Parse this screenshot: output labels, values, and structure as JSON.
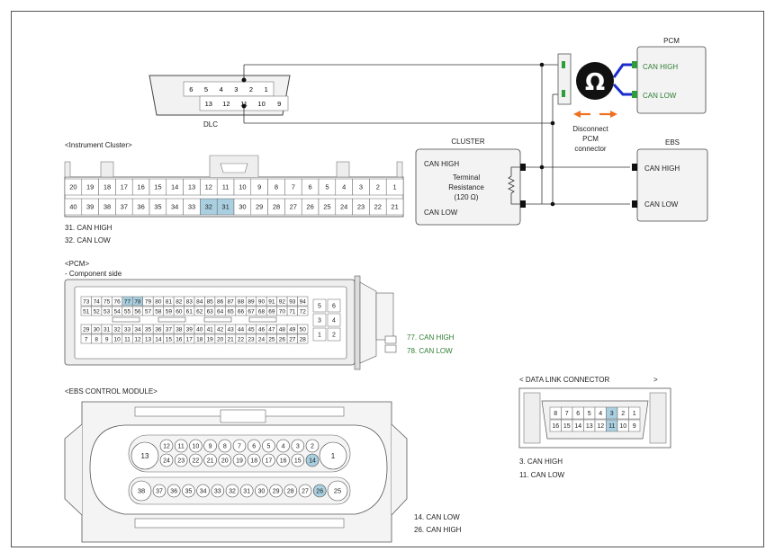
{
  "dlc_top": {
    "label": "DLC",
    "row1": [
      "6",
      "5",
      "4",
      "3",
      "2",
      "1"
    ],
    "row2": [
      "13",
      "12",
      "11",
      "10",
      "9"
    ]
  },
  "pcm_top": {
    "title": "PCM",
    "can_high": "CAN HIGH",
    "can_low": "CAN LOW"
  },
  "ohm_symbol": "Ω",
  "disconnect": {
    "line1": "Disconnect",
    "line2": "PCM",
    "line3": "connector"
  },
  "cluster": {
    "title": "CLUSTER",
    "can_high": "CAN HIGH",
    "can_low": "CAN LOW",
    "res1": "Terminal",
    "res2": "Resistance",
    "res3": "(120 Ω)"
  },
  "ebs_top": {
    "title": "EBS",
    "can_high": "CAN HIGH",
    "can_low": "CAN LOW"
  },
  "instrument_cluster": {
    "title": "<Instrument Cluster>",
    "row1": [
      "20",
      "19",
      "18",
      "17",
      "16",
      "15",
      "14",
      "13",
      "12",
      "11",
      "10",
      "9",
      "8",
      "7",
      "6",
      "5",
      "4",
      "3",
      "2",
      "1"
    ],
    "row2": [
      "40",
      "39",
      "38",
      "37",
      "36",
      "35",
      "34",
      "33",
      "32",
      "31",
      "30",
      "29",
      "28",
      "27",
      "26",
      "25",
      "24",
      "23",
      "22",
      "21"
    ],
    "pin1": "31.   CAN HIGH",
    "pin2": "32.   CAN LOW"
  },
  "pcm_conn": {
    "title": "<PCM>",
    "subtitle": "- Component side",
    "rowA": [
      "73",
      "74",
      "75",
      "76",
      "77",
      "78",
      "79",
      "80",
      "81",
      "82",
      "83",
      "84",
      "85",
      "86",
      "87",
      "88",
      "89",
      "90",
      "91",
      "92",
      "93",
      "94"
    ],
    "rowB": [
      "51",
      "52",
      "53",
      "54",
      "55",
      "56",
      "57",
      "58",
      "59",
      "60",
      "61",
      "62",
      "63",
      "64",
      "65",
      "66",
      "67",
      "68",
      "69",
      "70",
      "71",
      "72"
    ],
    "rowC": [
      "29",
      "30",
      "31",
      "32",
      "33",
      "34",
      "35",
      "36",
      "37",
      "38",
      "39",
      "40",
      "41",
      "42",
      "43",
      "44",
      "45",
      "46",
      "47",
      "48",
      "49",
      "50"
    ],
    "rowD": [
      "7",
      "8",
      "9",
      "10",
      "11",
      "12",
      "13",
      "14",
      "15",
      "16",
      "17",
      "18",
      "19",
      "20",
      "21",
      "22",
      "23",
      "24",
      "25",
      "26",
      "27",
      "28"
    ],
    "side": [
      "5",
      "6",
      "3",
      "4",
      "1",
      "2"
    ],
    "pin1": "77.    CAN HIGH",
    "pin2": "78.    CAN LOW"
  },
  "ebs_conn": {
    "title": "<EBS CONTROL MODULE>",
    "row1": [
      "12",
      "11",
      "10",
      "9",
      "8",
      "7",
      "6",
      "5",
      "4",
      "3",
      "2"
    ],
    "row2": [
      "24",
      "23",
      "22",
      "21",
      "20",
      "19",
      "18",
      "17",
      "16",
      "15",
      "14"
    ],
    "row3": [
      "37",
      "36",
      "35",
      "34",
      "33",
      "32",
      "31",
      "30",
      "29",
      "28",
      "27",
      "26"
    ],
    "big": [
      "13",
      "1",
      "38",
      "25"
    ],
    "pin1": "14. CAN LOW",
    "pin2": "26. CAN HIGH"
  },
  "dlc_conn": {
    "title": "< DATA LINK CONNECTOR",
    "title_end": ">",
    "row1": [
      "8",
      "7",
      "6",
      "5",
      "4",
      "3",
      "2",
      "1"
    ],
    "row2": [
      "16",
      "15",
      "14",
      "13",
      "12",
      "11",
      "10",
      "9"
    ],
    "pin1": "3.   CAN HIGH",
    "pin2": "11.     CAN LOW"
  },
  "colors": {
    "highlight": "#a9cfe0",
    "wire_blue": "#1a2ccc",
    "arrow_orange": "#f07020",
    "green_pin": "#2e9d3a"
  }
}
